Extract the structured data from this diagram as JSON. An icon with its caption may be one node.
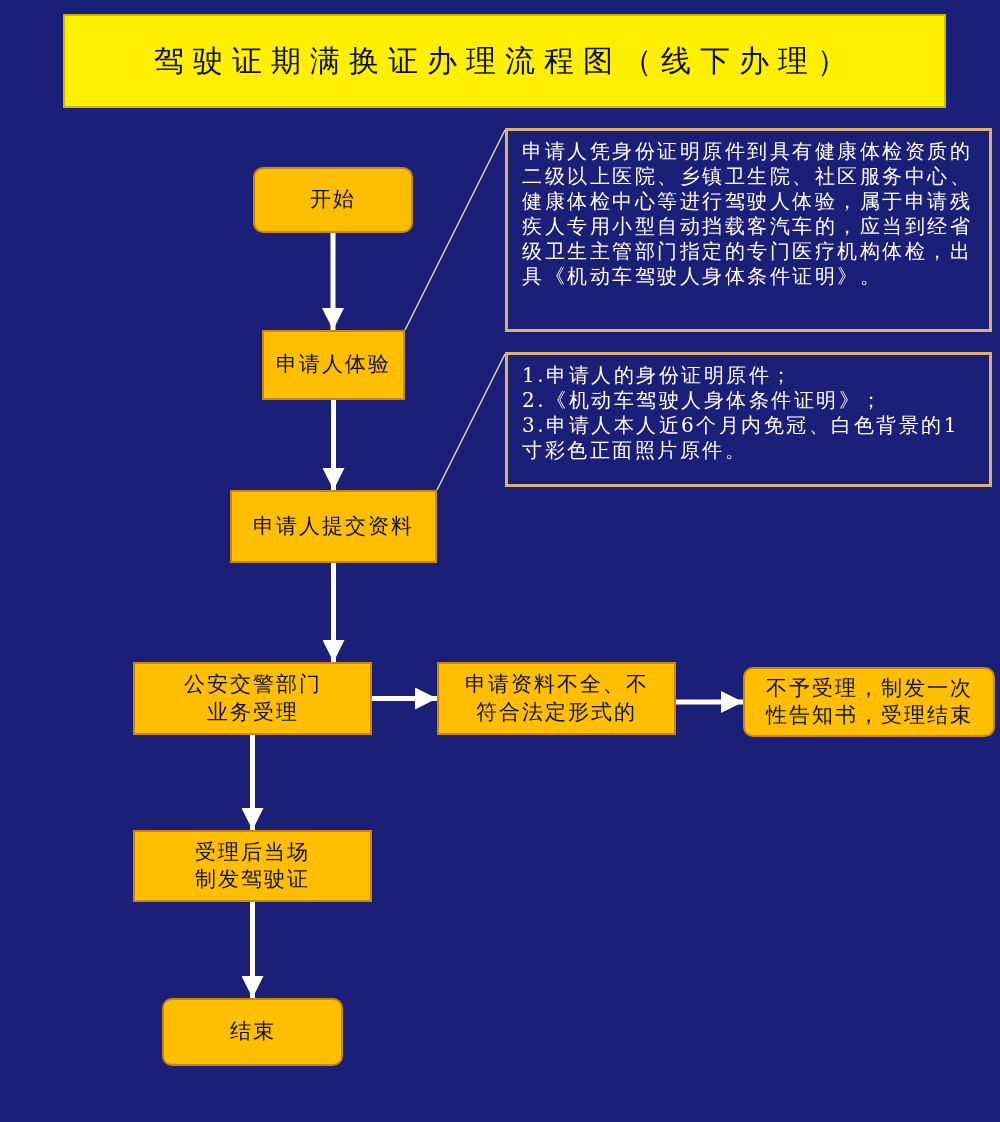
{
  "diagram": {
    "title": "驾驶证期满换证办理流程图（线下办理）",
    "nodes": [
      {
        "text": [
          "开始"
        ]
      },
      {
        "text": [
          "申请人体验"
        ]
      },
      {
        "text": [
          "申请人凭身份证明原件到具有健康体检资质的二级以上医院、乡镇卫生院、社区服务中心、健康体检中心等进行驾驶人体验，属于申请残疾人专用小型自动挡载客汽车的，应当到经省级卫生主管部门指定的专门医疗机构体检，出具《机动车驾驶人身体条件证明》。"
        ]
      },
      {
        "text": [
          "申请人提交资料"
        ]
      },
      {
        "text": [
          "1.申请人的身份证明原件；",
          "2.《机动车驾驶人身体条件证明》；",
          "3.申请人本人近6个月内免冠、白色背景的1寸彩色正面照片原件。"
        ]
      },
      {
        "text": [
          "公安交警部门业务受理"
        ]
      },
      {
        "text": [
          "申请资料不全、不符合法定形式的"
        ]
      },
      {
        "text": [
          "不予受理，制发一次性告知书，受理结束"
        ]
      },
      {
        "text": [
          "受理后当场制发驾驶证"
        ]
      },
      {
        "text": [
          "结束"
        ]
      }
    ],
    "edges": [
      {
        "from": 0,
        "to": 1,
        "arrow": "to"
      },
      {
        "from": 1,
        "to": 3,
        "arrow": "to"
      },
      {
        "from": 3,
        "to": 5,
        "arrow": "to"
      },
      {
        "from": 5,
        "to": 6,
        "arrow": "to"
      },
      {
        "from": 6,
        "to": 7,
        "arrow": "to"
      },
      {
        "from": 5,
        "to": 8,
        "arrow": "to"
      },
      {
        "from": 8,
        "to": 9,
        "arrow": "to"
      },
      {
        "from": 1,
        "to": 2,
        "arrow": "none",
        "color": "#d9cfb0"
      },
      {
        "from": 3,
        "to": 4,
        "arrow": "none",
        "color": "#d9cfb0"
      }
    ]
  }
}
